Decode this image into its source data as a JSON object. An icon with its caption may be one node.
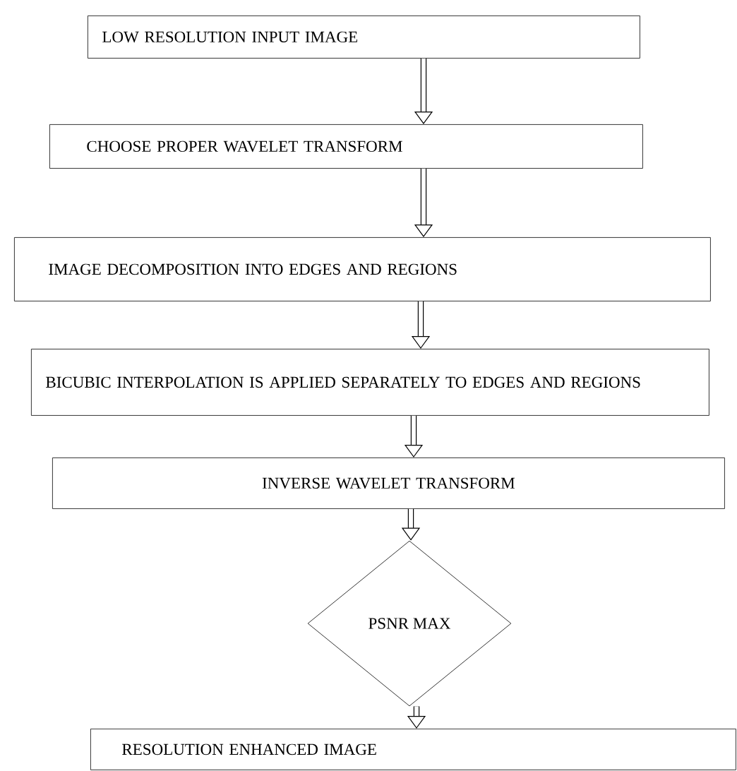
{
  "diagram": {
    "nodes": [
      {
        "text": [
          "LOW RESOLUTION INPUT IMAGE"
        ]
      },
      {
        "text": [
          "CHOOSE PROPER WAVELET TRANSFORM"
        ]
      },
      {
        "text": [
          "IMAGE DECOMPOSITION INTO EDGES AND REGIONS"
        ]
      },
      {
        "text": [
          "BICUBIC INTERPOLATION IS APPLIED SEPARATELY TO EDGES AND REGIONS"
        ]
      },
      {
        "text": [
          "INVERSE WAVELET TRANSFORM"
        ]
      },
      {
        "text": [
          "PSNR MAX"
        ]
      },
      {
        "text": [
          "RESOLUTION ENHANCED IMAGE"
        ]
      }
    ],
    "edges": [
      {
        "from": 0,
        "to": 1,
        "arrow": "to"
      },
      {
        "from": 1,
        "to": 2,
        "arrow": "to"
      },
      {
        "from": 2,
        "to": 3,
        "arrow": "to"
      },
      {
        "from": 3,
        "to": 4,
        "arrow": "to"
      },
      {
        "from": 4,
        "to": 5,
        "arrow": "to"
      },
      {
        "from": 5,
        "to": 6,
        "arrow": "to"
      }
    ]
  }
}
